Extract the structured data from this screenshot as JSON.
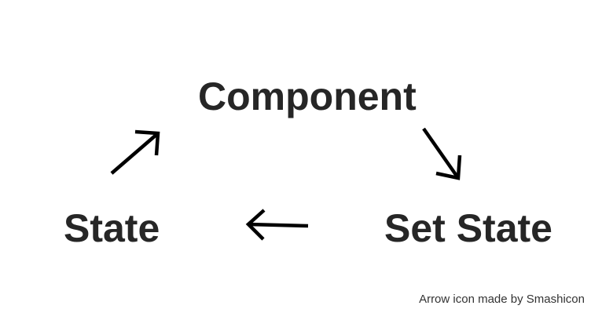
{
  "diagram": {
    "nodes": {
      "component": "Component",
      "state": "State",
      "set_state": "Set State"
    },
    "edges": [
      {
        "from": "component",
        "to": "set_state",
        "icon": "arrow-down-right-icon"
      },
      {
        "from": "set_state",
        "to": "state",
        "icon": "arrow-left-icon"
      },
      {
        "from": "state",
        "to": "component",
        "icon": "arrow-up-right-icon"
      }
    ],
    "arrow_color": "#000000",
    "text_color": "#262626"
  },
  "credit": "Arrow icon made by Smashicon"
}
